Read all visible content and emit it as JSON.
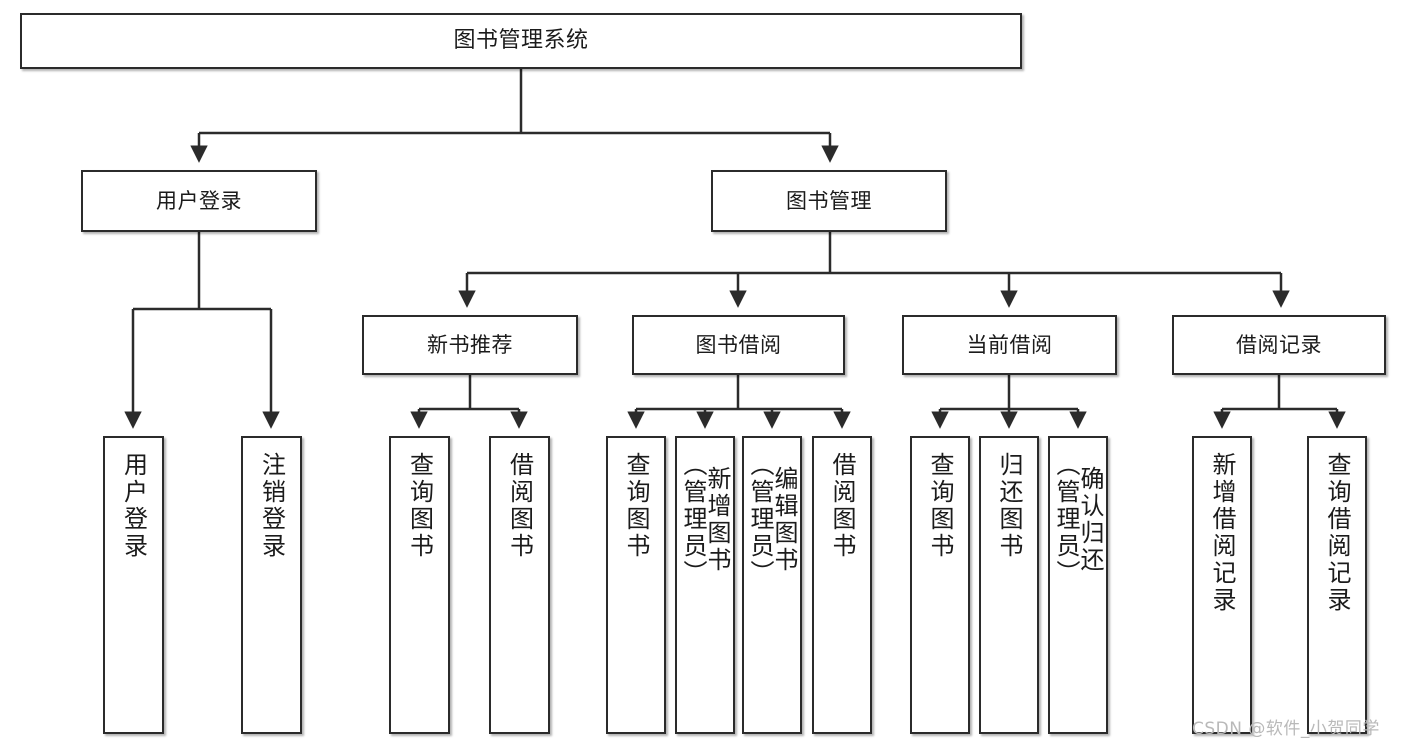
{
  "diagram": {
    "type": "tree-hierarchy",
    "title": "图书管理系统",
    "orientation": "top-down",
    "colors": {
      "box_border": "#2b2b2b",
      "box_fill": "#ffffff",
      "connector": "#2b2b2b",
      "text": "#1b1b1b",
      "watermark": "#b9b9b9"
    },
    "levels": {
      "root": [
        "图书管理系统"
      ],
      "level1": [
        "用户登录",
        "图书管理"
      ],
      "level2": [
        "新书推荐",
        "图书借阅",
        "当前借阅",
        "借阅记录"
      ],
      "leaves": [
        "用户登录",
        "注销登录",
        "查询图书",
        "借阅图书",
        "查询图书",
        "新增图书（管理员）",
        "编辑图书（管理员）",
        "借阅图书",
        "查询图书",
        "归还图书",
        "确认归还（管理员）",
        "新增借阅记录",
        "查询借阅记录"
      ]
    },
    "nodes": {
      "root": {
        "label": "图书管理系统"
      },
      "user_login": {
        "label": "用户登录"
      },
      "book_manage": {
        "label": "图书管理"
      },
      "new_book_rec": {
        "label": "新书推荐"
      },
      "book_borrow": {
        "label": "图书借阅"
      },
      "current_borrow": {
        "label": "当前借阅"
      },
      "borrow_record": {
        "label": "借阅记录"
      },
      "leaf_user_login": {
        "label": "用户登录"
      },
      "leaf_logout": {
        "label": "注销登录"
      },
      "leaf_query_book_a": {
        "label": "查询图书"
      },
      "leaf_borrow_book_a": {
        "label": "借阅图书"
      },
      "leaf_query_book_b": {
        "label": "查询图书"
      },
      "leaf_add_book": {
        "label": "新增图书\n（管理员）"
      },
      "leaf_edit_book": {
        "label": "编辑图书\n（管理员）"
      },
      "leaf_borrow_book_b": {
        "label": "借阅图书"
      },
      "leaf_query_book_c": {
        "label": "查询图书"
      },
      "leaf_return_book": {
        "label": "归还图书"
      },
      "leaf_confirm_return": {
        "label": "确认归还\n（管理员）"
      },
      "leaf_add_record": {
        "label": "新增借阅记录"
      },
      "leaf_query_record": {
        "label": "查询借阅记录"
      }
    },
    "edges": [
      {
        "from": "root",
        "to": "user_login"
      },
      {
        "from": "root",
        "to": "book_manage"
      },
      {
        "from": "user_login",
        "to": "leaf_user_login"
      },
      {
        "from": "user_login",
        "to": "leaf_logout"
      },
      {
        "from": "book_manage",
        "to": "new_book_rec"
      },
      {
        "from": "book_manage",
        "to": "book_borrow"
      },
      {
        "from": "book_manage",
        "to": "current_borrow"
      },
      {
        "from": "book_manage",
        "to": "borrow_record"
      },
      {
        "from": "new_book_rec",
        "to": "leaf_query_book_a"
      },
      {
        "from": "new_book_rec",
        "to": "leaf_borrow_book_a"
      },
      {
        "from": "book_borrow",
        "to": "leaf_query_book_b"
      },
      {
        "from": "book_borrow",
        "to": "leaf_add_book"
      },
      {
        "from": "book_borrow",
        "to": "leaf_edit_book"
      },
      {
        "from": "book_borrow",
        "to": "leaf_borrow_book_b"
      },
      {
        "from": "current_borrow",
        "to": "leaf_query_book_c"
      },
      {
        "from": "current_borrow",
        "to": "leaf_return_book"
      },
      {
        "from": "current_borrow",
        "to": "leaf_confirm_return"
      },
      {
        "from": "borrow_record",
        "to": "leaf_add_record"
      },
      {
        "from": "borrow_record",
        "to": "leaf_query_record"
      }
    ]
  },
  "watermark": {
    "text": "CSDN @软件_小贺同学"
  }
}
